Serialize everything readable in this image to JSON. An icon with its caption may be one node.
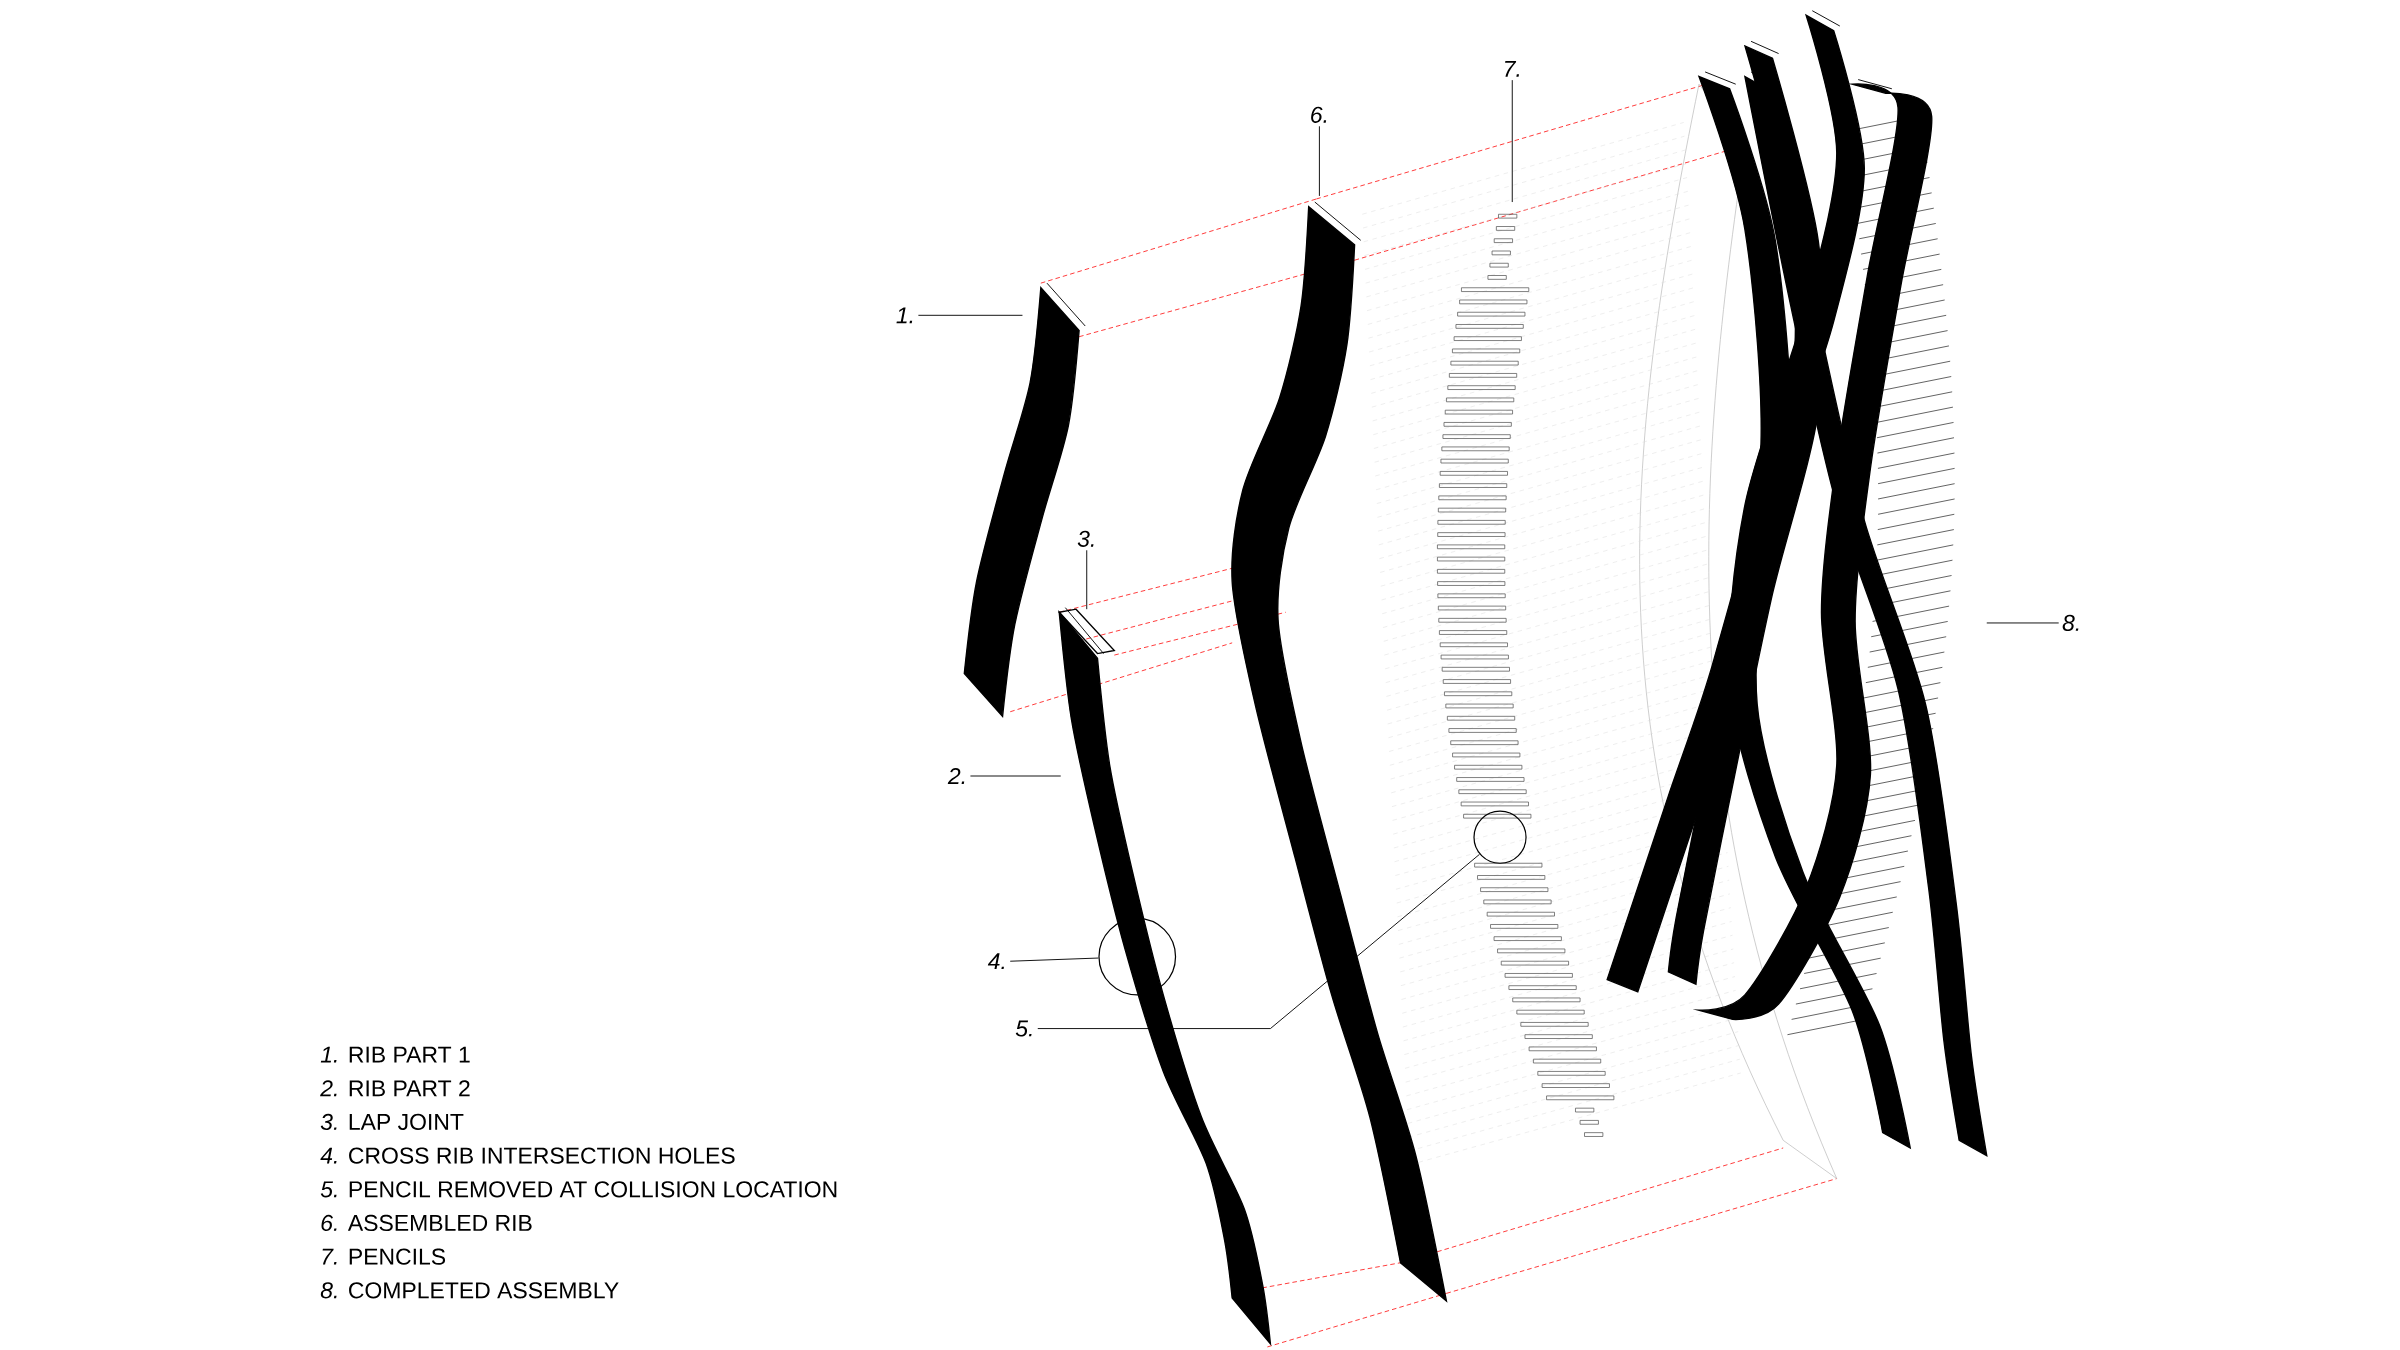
{
  "diagram": {
    "nodes": [
      {
        "text": [
          "1."
        ]
      },
      {
        "text": [
          "2."
        ]
      },
      {
        "text": [
          "3."
        ]
      },
      {
        "text": [
          "4."
        ]
      },
      {
        "text": [
          "5."
        ]
      },
      {
        "text": [
          "6."
        ]
      },
      {
        "text": [
          "7."
        ]
      },
      {
        "text": [
          "8."
        ]
      },
      {
        "text": [],
        "shape": "circle"
      },
      {
        "text": [],
        "shape": "circle"
      }
    ],
    "edges": [
      {
        "from": 0,
        "to": null,
        "arrow": "none"
      },
      {
        "from": 1,
        "to": null,
        "arrow": "none"
      },
      {
        "from": 2,
        "to": null,
        "arrow": "none"
      },
      {
        "from": 3,
        "to": 8,
        "arrow": "none"
      },
      {
        "from": 4,
        "to": 9,
        "arrow": "none"
      },
      {
        "from": 5,
        "to": null,
        "arrow": "none"
      },
      {
        "from": 6,
        "to": null,
        "arrow": "none"
      },
      {
        "from": 7,
        "to": null,
        "arrow": "none"
      }
    ],
    "labels": [
      "*1.* RIB PART 1",
      "*2.* RIB PART 2",
      "*3.* LAP JOINT",
      "*4.* CROSS RIB INTERSECTION HOLES",
      "*5.* PENCIL REMOVED AT COLLISION LOCATION",
      "*6.* ASSEMBLED RIB",
      "*7.* PENCILS",
      "*8.* COMPLETED ASSEMBLY"
    ]
  }
}
